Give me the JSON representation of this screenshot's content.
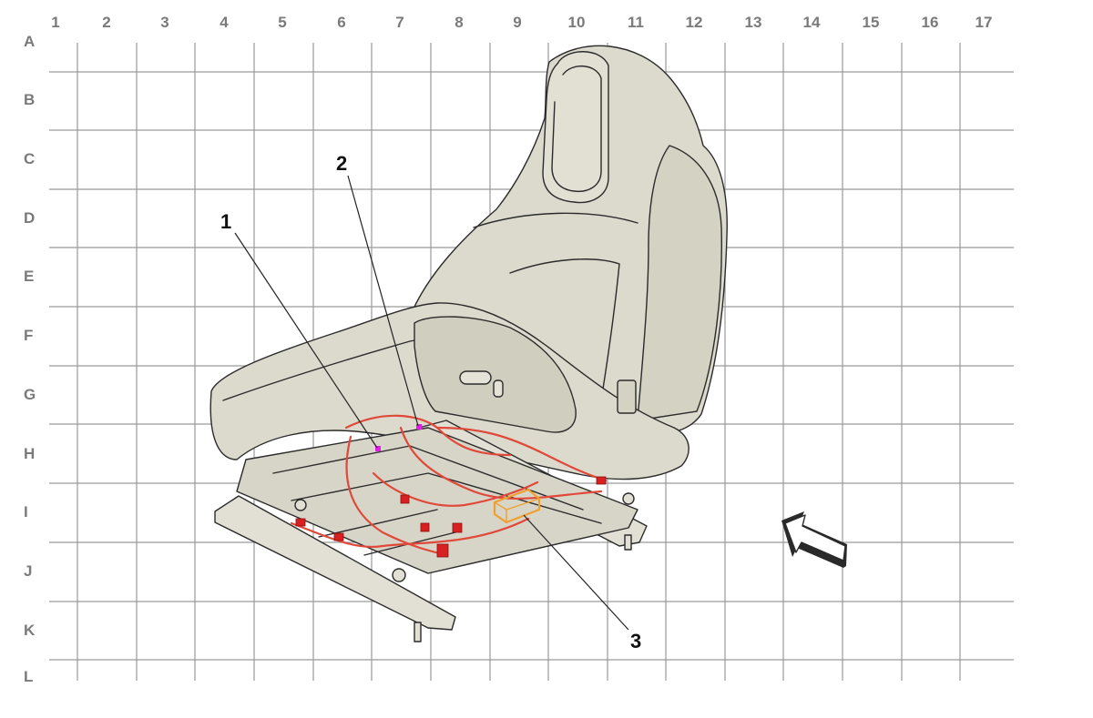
{
  "grid": {
    "columns": [
      "1",
      "2",
      "3",
      "4",
      "5",
      "6",
      "7",
      "8",
      "9",
      "10",
      "11",
      "12",
      "13",
      "14",
      "15",
      "16",
      "17"
    ],
    "rows": [
      "A",
      "B",
      "C",
      "D",
      "E",
      "F",
      "G",
      "H",
      "I",
      "J",
      "K",
      "L"
    ],
    "line_color": "#9a9a9a",
    "label_color": "#7a7a7a"
  },
  "callouts": [
    "1",
    "2",
    "3"
  ],
  "colors": {
    "seat_fill": "#dcdacc",
    "seat_outline": "#2b2b2b",
    "harness": "#e0493a",
    "connector_red": "#d82020",
    "module": "#f0a030",
    "pin_marker": "#e020e0"
  },
  "view_arrow": "direction-arrow-icon"
}
